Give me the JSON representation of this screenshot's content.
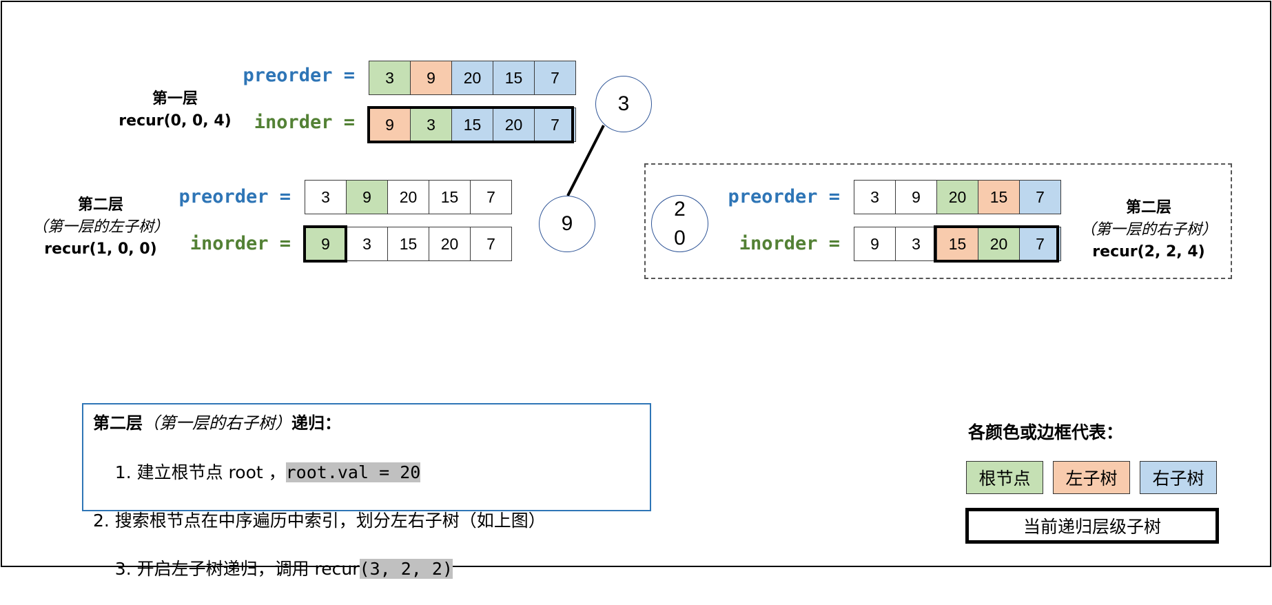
{
  "colors": {
    "root": "#c5e0b4",
    "left": "#f8cbad",
    "right": "#bdd7ee",
    "none": "#ffffff",
    "preorder_label": "#2e75b6",
    "inorder_label": "#538135",
    "node_border": "#2f5597",
    "steps_border": "#2e75b6"
  },
  "level1": {
    "title": "第一层",
    "call": "recur(0, 0, 4)",
    "preorder_label": "preorder =",
    "inorder_label": "inorder =",
    "preorder": [
      {
        "v": "3",
        "c": "root"
      },
      {
        "v": "9",
        "c": "left"
      },
      {
        "v": "20",
        "c": "right"
      },
      {
        "v": "15",
        "c": "right"
      },
      {
        "v": "7",
        "c": "right"
      }
    ],
    "inorder": [
      {
        "v": "9",
        "c": "left"
      },
      {
        "v": "3",
        "c": "root"
      },
      {
        "v": "15",
        "c": "right"
      },
      {
        "v": "20",
        "c": "right"
      },
      {
        "v": "7",
        "c": "right"
      }
    ],
    "inorder_current_range": [
      0,
      4
    ]
  },
  "level2_left": {
    "title": "第二层",
    "subtitle": "（第一层的左子树）",
    "call": "recur(1, 0, 0)",
    "preorder_label": "preorder =",
    "inorder_label": "inorder =",
    "preorder": [
      {
        "v": "3",
        "c": "none"
      },
      {
        "v": "9",
        "c": "root"
      },
      {
        "v": "20",
        "c": "none"
      },
      {
        "v": "15",
        "c": "none"
      },
      {
        "v": "7",
        "c": "none"
      }
    ],
    "inorder": [
      {
        "v": "9",
        "c": "root"
      },
      {
        "v": "3",
        "c": "none"
      },
      {
        "v": "15",
        "c": "none"
      },
      {
        "v": "20",
        "c": "none"
      },
      {
        "v": "7",
        "c": "none"
      }
    ],
    "inorder_current_range": [
      0,
      0
    ]
  },
  "level2_right": {
    "title": "第二层",
    "subtitle": "（第一层的右子树）",
    "call": "recur(2, 2, 4)",
    "preorder_label": "preorder =",
    "inorder_label": "inorder =",
    "preorder": [
      {
        "v": "3",
        "c": "none"
      },
      {
        "v": "9",
        "c": "none"
      },
      {
        "v": "20",
        "c": "root"
      },
      {
        "v": "15",
        "c": "left"
      },
      {
        "v": "7",
        "c": "right"
      }
    ],
    "inorder": [
      {
        "v": "9",
        "c": "none"
      },
      {
        "v": "3",
        "c": "none"
      },
      {
        "v": "15",
        "c": "left"
      },
      {
        "v": "20",
        "c": "root"
      },
      {
        "v": "7",
        "c": "right"
      }
    ],
    "inorder_current_range": [
      2,
      4
    ]
  },
  "tree": {
    "root": "3",
    "left": "9",
    "right_line1": "2",
    "right_line2": "0"
  },
  "steps": {
    "head_bold": "第二层",
    "head_italic": "（第一层的右子树）",
    "head_tail": "递归：",
    "step1_prefix": "1. 建立根节点 root ，",
    "step1_code": "root.val = 20",
    "step2": "2. 搜索根节点在中序遍历中索引，划分左右子树（如上图）",
    "step3_prefix": "3. 开启左子树递归，调用 recur",
    "step3_code": "(3, 2, 2)"
  },
  "legend": {
    "title": "各颜色或边框代表：",
    "root": "根节点",
    "left": "左子树",
    "right": "右子树",
    "current": "当前递归层级子树"
  }
}
